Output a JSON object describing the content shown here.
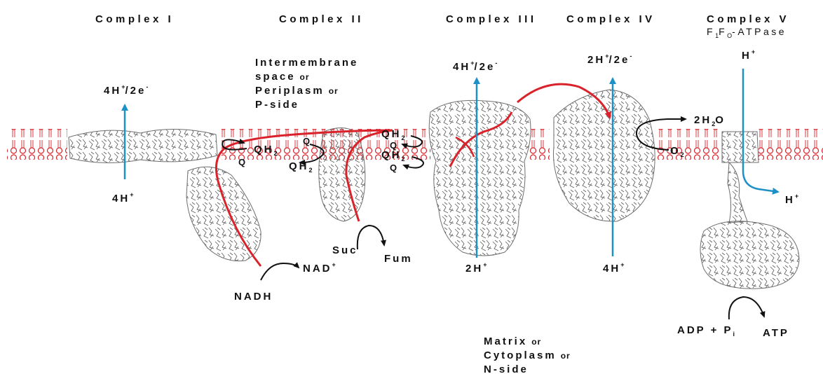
{
  "headers": {
    "complex_1": "Complex I",
    "complex_2": "Complex II",
    "complex_3": "Complex III",
    "complex_4": "Complex IV",
    "complex_5": "Complex V",
    "complex_5_sub_main": "F",
    "complex_5_sub_1": "1",
    "complex_5_sub_f": "F",
    "complex_5_sub_o": "O",
    "complex_5_sub_rest": "-ATPase"
  },
  "intermembrane": {
    "line1": "Intermembrane",
    "line2_main": "space",
    "line3_main": "Periplasm",
    "line4": "P-side",
    "or_word": "or"
  },
  "matrix": {
    "line1_main": "Matrix",
    "line2_main": "Cytoplasm",
    "line3": "N-side",
    "or_word": "or"
  },
  "protons": {
    "c1_top_main": "4H",
    "c1_top_rest": "/2e",
    "c1_bottom": "4H",
    "c3_top_main": "4H",
    "c3_top_rest": "/2e",
    "c3_bottom": "2H",
    "c4_top_main": "2H",
    "c4_top_rest": "/2e",
    "c4_bottom": "4H",
    "c5_top": "H",
    "c5_right": "H",
    "plus": "+",
    "minus": "-"
  },
  "species": {
    "qh2_1": "QH",
    "q_1": "Q",
    "q_2": "Q",
    "qh2_2": "QH",
    "qh2_3": "QH",
    "q_3": "Q",
    "qh2_4": "QH",
    "q_4": "Q",
    "sub2": "2",
    "nadh": "NADH",
    "nad": "NAD",
    "suc": "Suc",
    "fum": "Fum",
    "water": "2H",
    "water_o": "O",
    "o2": "O",
    "adp": "ADP + P",
    "pi_sub": "i",
    "atp": "ATP"
  },
  "colors": {
    "membrane": "#d9222a",
    "proton_arrow": "#1e90c8",
    "electron_path": "#d9222a",
    "protein": "#6e6e6e",
    "text": "#111111"
  }
}
